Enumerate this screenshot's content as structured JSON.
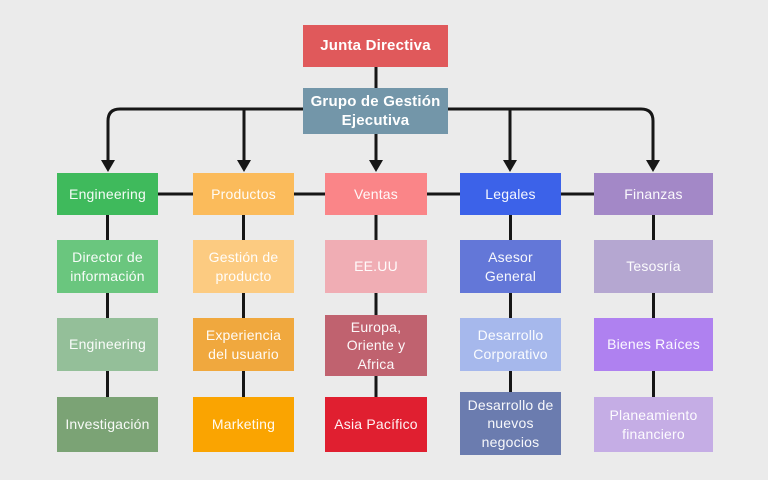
{
  "canvas": {
    "bg": "#EBEBEB",
    "line_color": "#161616"
  },
  "root": {
    "label": "Junta Directiva",
    "color": "#E0595B"
  },
  "executive": {
    "label": "Grupo de Gestión Ejecutiva",
    "color": "#7396A9"
  },
  "columns": [
    {
      "header": {
        "label": "Engineering",
        "color": "#3FBA5C"
      },
      "children": [
        {
          "label": "Director de información",
          "color": "#6AC67E"
        },
        {
          "label": "Engineering",
          "color": "#94BF99"
        },
        {
          "label": "Investigación",
          "color": "#7BA375"
        }
      ]
    },
    {
      "header": {
        "label": "Productos",
        "color": "#FBBB5B"
      },
      "children": [
        {
          "label": "Gestión de producto",
          "color": "#FCCB81"
        },
        {
          "label": "Experiencia del usuario",
          "color": "#F0A83E"
        },
        {
          "label": "Marketing",
          "color": "#FAA401"
        }
      ]
    },
    {
      "header": {
        "label": "Ventas",
        "color": "#FA8588"
      },
      "children": [
        {
          "label": "EE.UU",
          "color": "#F0ADB4"
        },
        {
          "label": "Europa, Oriente y Africa",
          "color": "#C0626F"
        },
        {
          "label": "Asia Pacífico",
          "color": "#E01F30"
        }
      ]
    },
    {
      "header": {
        "label": "Legales",
        "color": "#3C62E9"
      },
      "children": [
        {
          "label": "Asesor General",
          "color": "#6377D8"
        },
        {
          "label": "Desarrollo Corporativo",
          "color": "#A6B8EC"
        },
        {
          "label": "Desarrollo de nuevos negocios",
          "color": "#6B7CAF"
        }
      ]
    },
    {
      "header": {
        "label": "Finanzas",
        "color": "#A388C7"
      },
      "children": [
        {
          "label": "Tesosría",
          "color": "#B5A7D1"
        },
        {
          "label": "Bienes Raíces",
          "color": "#AF81F0"
        },
        {
          "label": "Planeamiento financiero",
          "color": "#C5ADE5"
        }
      ]
    }
  ]
}
